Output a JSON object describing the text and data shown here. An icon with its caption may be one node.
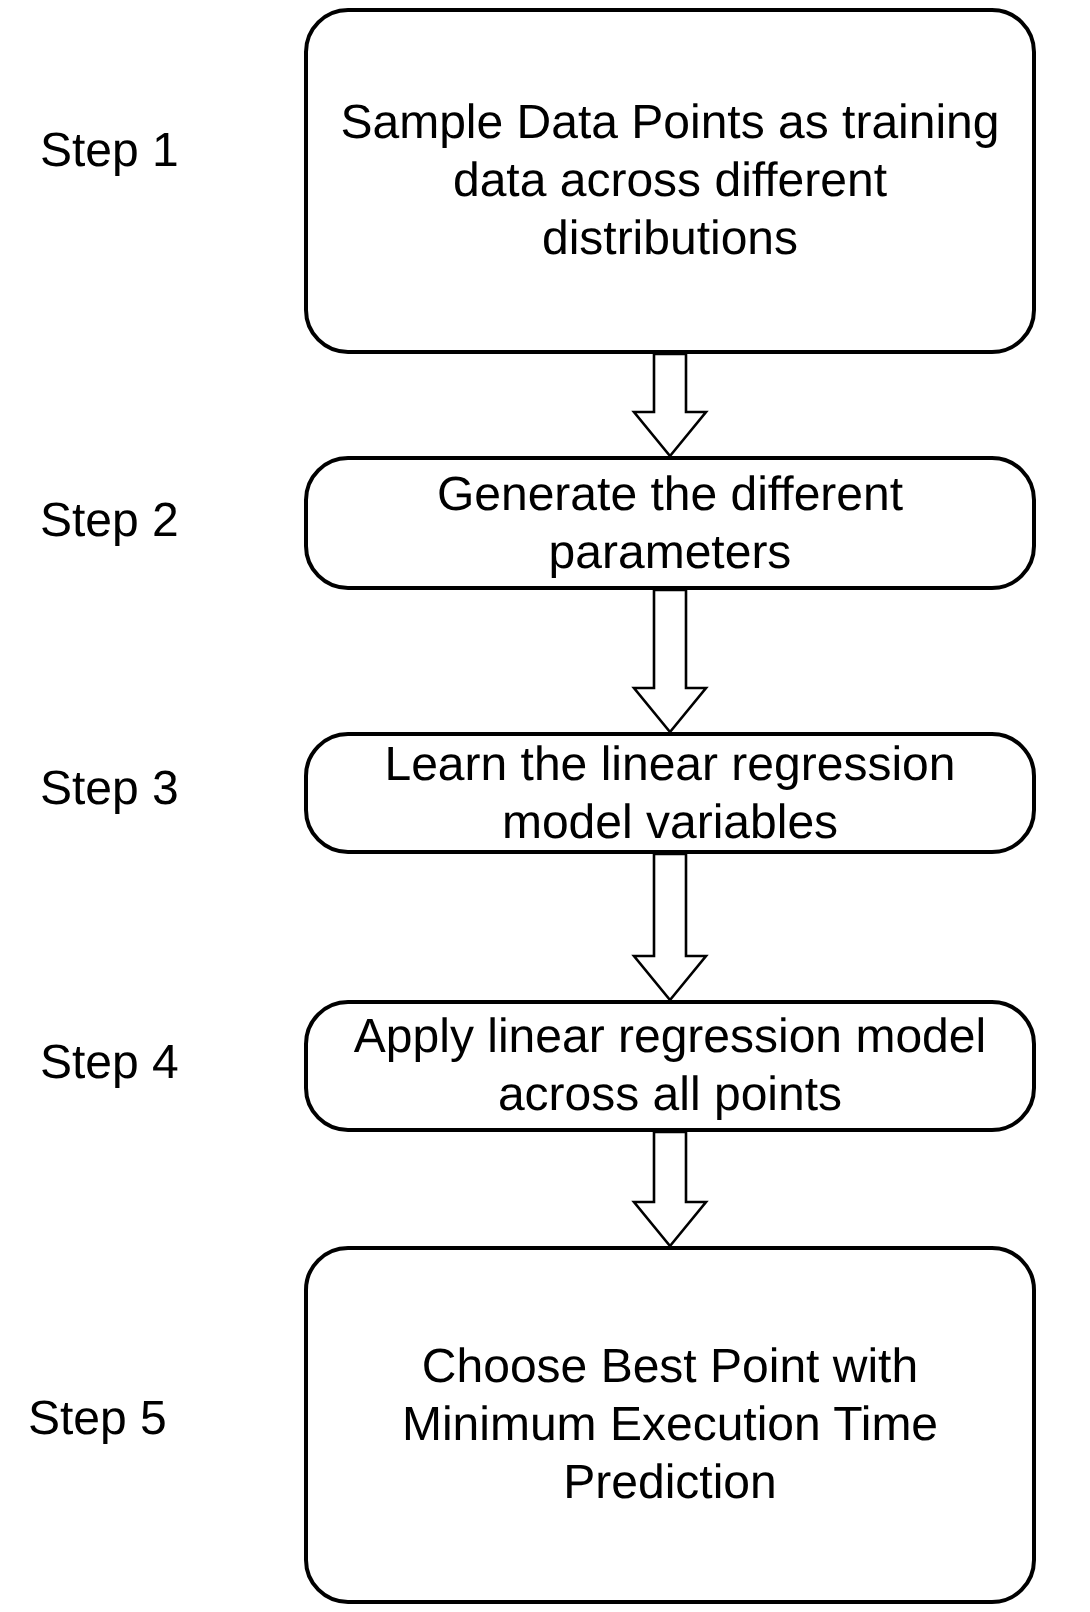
{
  "diagram": {
    "nodes": [
      {
        "text": [
          "Sample Data Points as training data across different distributions"
        ],
        "beside": [
          "Step 1"
        ]
      },
      {
        "text": [
          "Generate the different parameters"
        ],
        "beside": [
          "Step 2"
        ]
      },
      {
        "text": [
          "Learn the linear regression model variables"
        ],
        "beside": [
          "Step 3"
        ]
      },
      {
        "text": [
          "Apply linear regression model across all points"
        ],
        "beside": [
          "Step 4"
        ]
      },
      {
        "text": [
          "Choose Best Point with Minimum Execution Time Prediction"
        ],
        "beside": [
          "Step 5"
        ]
      }
    ],
    "edges": [
      {
        "from": 0,
        "to": 1,
        "arrow": "to"
      },
      {
        "from": 1,
        "to": 2,
        "arrow": "to"
      },
      {
        "from": 2,
        "to": 3,
        "arrow": "to"
      },
      {
        "from": 3,
        "to": 4,
        "arrow": "to"
      }
    ]
  }
}
